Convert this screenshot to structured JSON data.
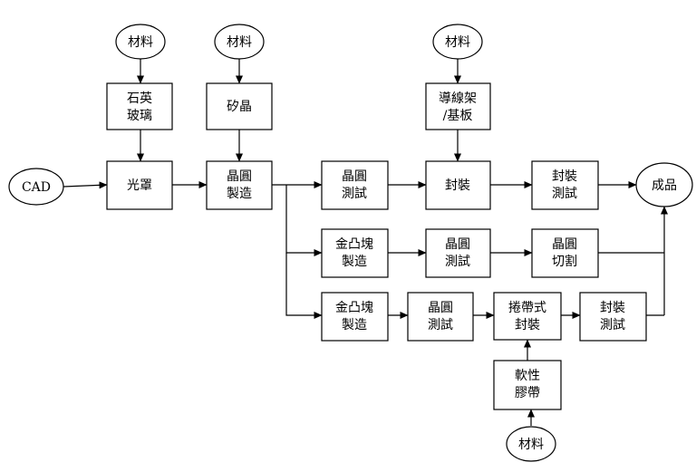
{
  "nodes": {
    "cad": [
      "CAD"
    ],
    "mat1": [
      "材料"
    ],
    "mat2": [
      "材料"
    ],
    "mat3": [
      "材料"
    ],
    "mat4": [
      "材料"
    ],
    "quartz": [
      "石英",
      "玻璃"
    ],
    "silicon": [
      "矽晶"
    ],
    "photomask": [
      "光罩"
    ],
    "wafer_fab": [
      "晶圓",
      "製造"
    ],
    "wafer_test1": [
      "晶圓",
      "測試"
    ],
    "leadframe": [
      "導線架",
      "/基板"
    ],
    "package1": [
      "封裝"
    ],
    "pkg_test1": [
      "封裝",
      "測試"
    ],
    "product": [
      "成品"
    ],
    "bump1": [
      "金凸塊",
      "製造"
    ],
    "wafer_test2": [
      "晶圓",
      "測試"
    ],
    "wafer_dicing": [
      "晶圓",
      "切割"
    ],
    "bump2": [
      "金凸塊",
      "製造"
    ],
    "wafer_test3": [
      "晶圓",
      "測試"
    ],
    "tape_pkg": [
      "捲帶式",
      "封裝"
    ],
    "pkg_test2": [
      "封裝",
      "測試"
    ],
    "flex_tape": [
      "軟性",
      "膠帶"
    ]
  }
}
